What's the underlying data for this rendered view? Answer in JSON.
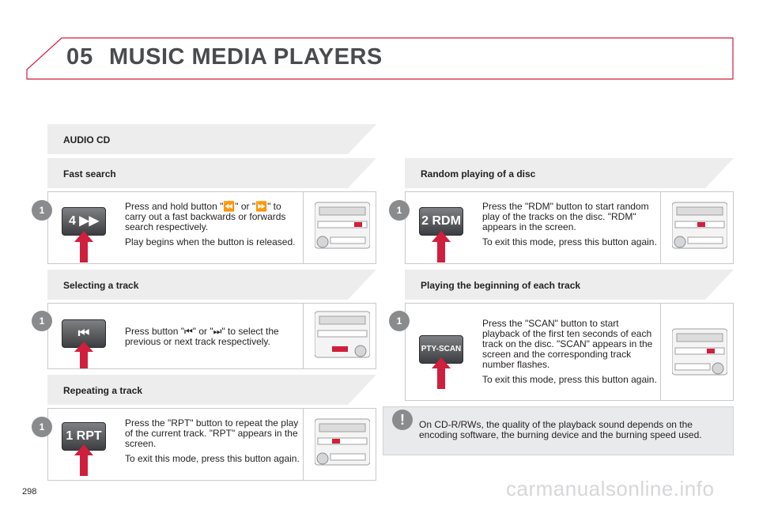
{
  "header": {
    "chapter_number": "05",
    "title": "MUSIC MEDIA PLAYERS",
    "accent_color": "#d01f3c"
  },
  "sections": {
    "audio_cd": "AUDIO CD",
    "fast_search": "Fast search",
    "selecting_track": "Selecting a track",
    "repeating_track": "Repeating a track",
    "random_playing": "Random playing of a disc",
    "playing_beginning": "Playing the beginning of each track"
  },
  "steps": {
    "fast_search": {
      "step": "1",
      "button_label": "4 ▶▶",
      "text1": "Press and hold button \"⏪\" or \"⏩\" to carry out a fast backwards or forwards search respectively.",
      "text2": "Play begins when the button is released."
    },
    "selecting_track": {
      "step": "1",
      "button_label": "⏮",
      "text1": "Press button \"⏮\" or \"⏭\" to select the previous or next track respectively."
    },
    "repeating_track": {
      "step": "1",
      "button_label": "1 RPT",
      "text1": "Press the \"RPT\" button to repeat the play of the current track. \"RPT\" appears in the screen.",
      "text2": "To exit this mode, press this button again."
    },
    "random_playing": {
      "step": "1",
      "button_label": "2 RDM",
      "text1": "Press the \"RDM\" button to start random play of the tracks on the disc. \"RDM\" appears in the screen.",
      "text2": "To exit this mode, press this button again."
    },
    "playing_beginning": {
      "step": "1",
      "button_label": "PTY-SCAN",
      "text1": "Press the \"SCAN\" button to start playback of the first ten seconds of each track on the disc. \"SCAN\" appears in the screen and the corresponding track number flashes.",
      "text2": "To exit this mode, press this button again."
    }
  },
  "warning": {
    "icon": "exclamation-icon",
    "symbol": "!",
    "text": "On CD-R/RWs, the quality of the playback sound depends on the encoding software, the burning device and the burning speed used."
  },
  "footer": {
    "page_number": "298",
    "watermark": "carmanualsonline.info"
  }
}
